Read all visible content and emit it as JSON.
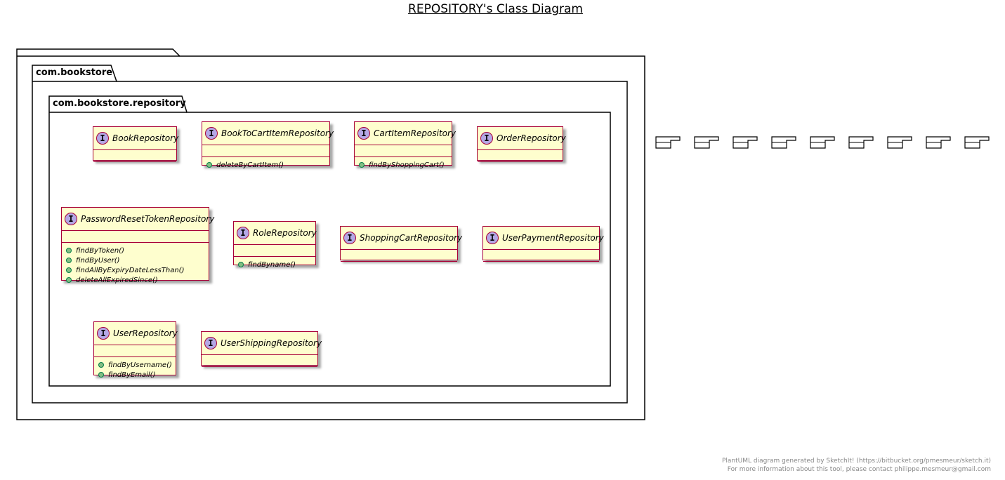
{
  "title": "REPOSITORY's Class Diagram",
  "packages": {
    "outer": "",
    "bookstore": "com.bookstore",
    "repository": "com.bookstore.repository"
  },
  "interfaces": [
    {
      "badge": "I",
      "name": "BookRepository",
      "methods": []
    },
    {
      "badge": "I",
      "name": "BookToCartItemRepository",
      "methods": [
        "deleteByCartItem()"
      ]
    },
    {
      "badge": "I",
      "name": "CartItemRepository",
      "methods": [
        "findByShoppingCart()"
      ]
    },
    {
      "badge": "I",
      "name": "OrderRepository",
      "methods": []
    },
    {
      "badge": "I",
      "name": "PasswordResetTokenRepository",
      "methods": [
        "findByToken()",
        "findByUser()",
        "findAllByExpiryDateLessThan()",
        "deleteAllExpiredSince()"
      ]
    },
    {
      "badge": "I",
      "name": "RoleRepository",
      "methods": [
        "findByname()"
      ]
    },
    {
      "badge": "I",
      "name": "ShoppingCartRepository",
      "methods": []
    },
    {
      "badge": "I",
      "name": "UserPaymentRepository",
      "methods": []
    },
    {
      "badge": "I",
      "name": "UserRepository",
      "methods": [
        "findByUsername()",
        "findByEmail()"
      ]
    },
    {
      "badge": "I",
      "name": "UserShippingRepository",
      "methods": []
    }
  ],
  "footer": {
    "line1": "PlantUML diagram generated by SketchIt! (https://bitbucket.org/pmesmeur/sketch.it)",
    "line2": "For more information about this tool, please contact philippe.mesmeur@gmail.com"
  },
  "colors": {
    "class_bg": "#fefece",
    "class_border": "#a80036",
    "badge": "#b4a7e5",
    "method_dot": "#84be84"
  }
}
